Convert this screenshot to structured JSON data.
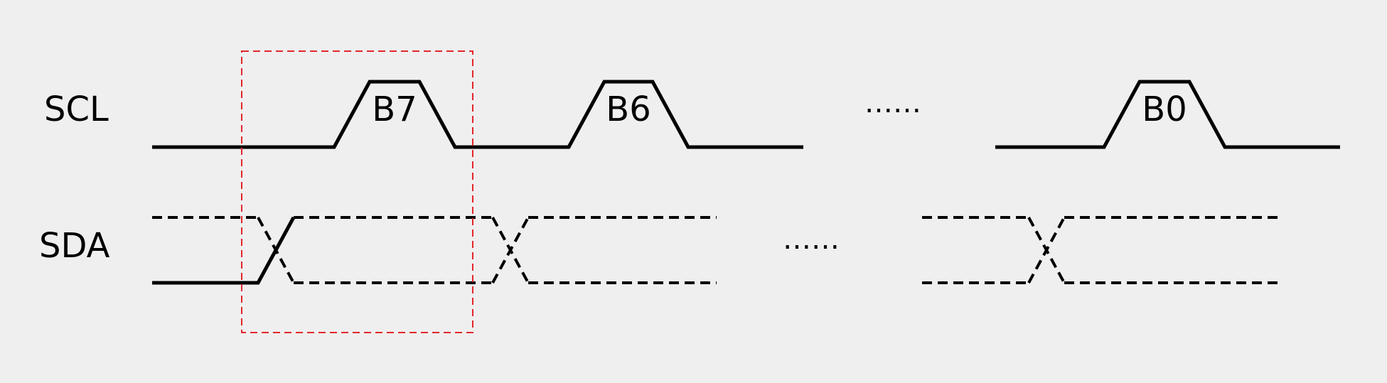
{
  "signals": {
    "scl": "SCL",
    "sda": "SDA"
  },
  "bits": [
    "B7",
    "B6",
    "B0"
  ],
  "ellipsis": {
    "scl": "……",
    "sda": "……"
  },
  "colors": {
    "background": "#efefef",
    "line": "#000000",
    "highlight": "#e3262b"
  }
}
